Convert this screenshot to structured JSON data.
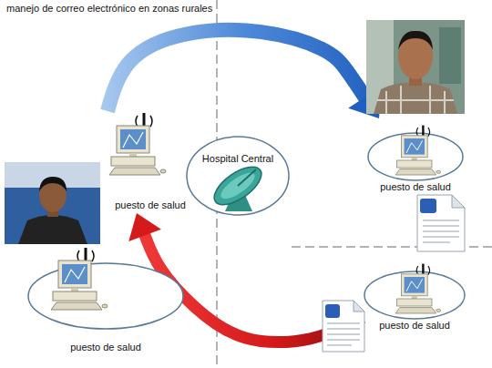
{
  "diagram": {
    "title": "manejo de correo electrónico en zonas rurales",
    "nodes": [
      {
        "text": [
          "puesto de salud"
        ]
      },
      {
        "text": [
          "Hospital Central"
        ]
      },
      {
        "text": [
          "puesto de salud"
        ]
      },
      {
        "text": [
          "puesto de salud"
        ]
      },
      {
        "text": [
          "puesto de salud"
        ]
      }
    ],
    "edges": [
      {
        "from": 0,
        "to": 2,
        "arrow": "to"
      },
      {
        "from": 4,
        "to": 0,
        "arrow": "to"
      }
    ]
  }
}
